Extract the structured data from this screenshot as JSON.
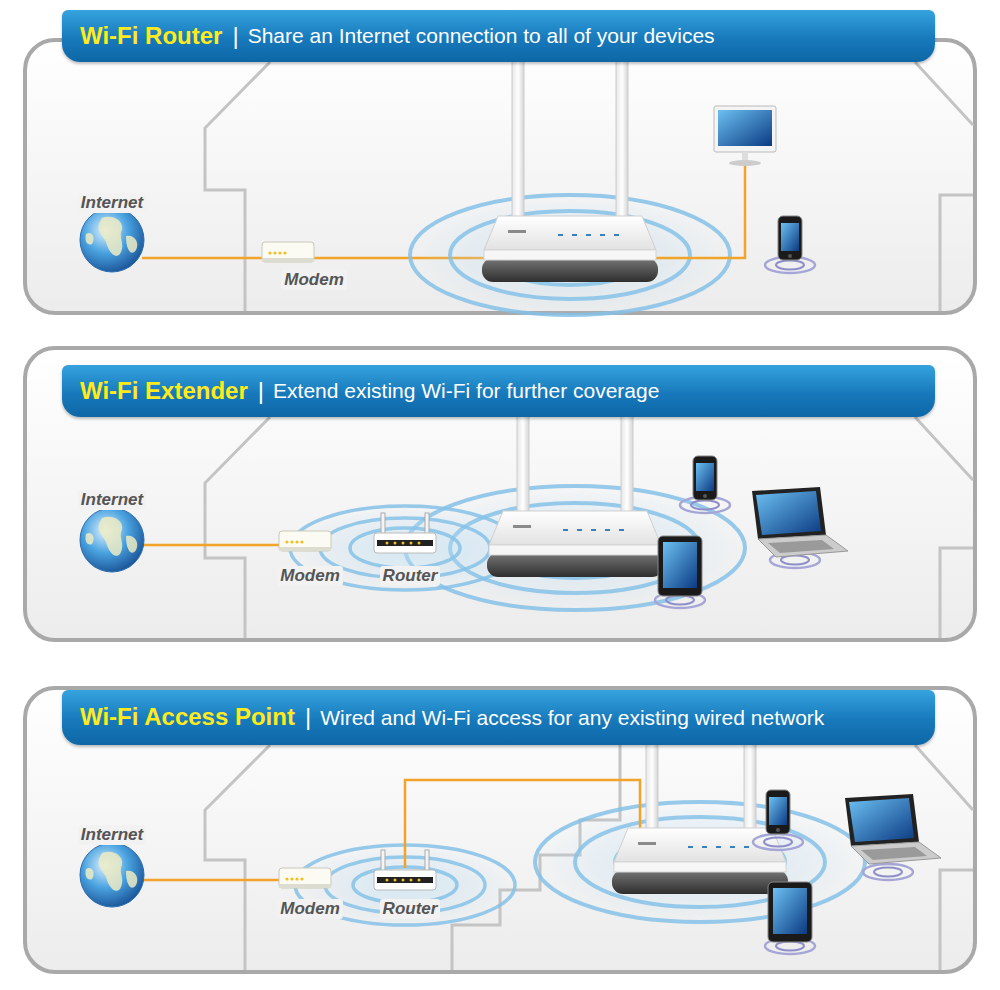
{
  "diagram": {
    "nodes": [
      {
        "text": [
          "Wi-Fi Router",
          "|",
          "Share an Internet connection to all of your devices"
        ]
      },
      {
        "text": [
          "Wi-Fi Extender",
          "|",
          "Extend existing Wi-Fi for further coverage"
        ]
      },
      {
        "text": [
          "Wi-Fi Access Point",
          "|",
          "Wired and Wi-Fi access for any existing wired network"
        ]
      }
    ],
    "labels": [
      "Internet",
      "Modem",
      "Internet",
      "Modem",
      "Router",
      "Internet",
      "Modem",
      "Router"
    ]
  }
}
